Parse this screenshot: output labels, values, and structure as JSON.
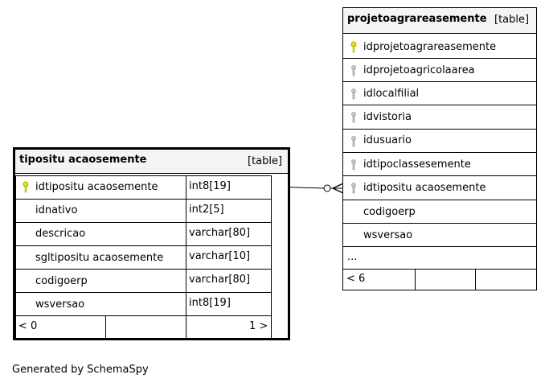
{
  "tables": {
    "tiposituacao": {
      "name": "tipositu acaosemente",
      "type_label": "[table]",
      "columns": [
        {
          "name": "idtipositu acaosemente",
          "type": "int8[19]",
          "key": "primary"
        },
        {
          "name": "idnativo",
          "type": "int2[5]",
          "key": ""
        },
        {
          "name": "descricao",
          "type": "varchar[80]",
          "key": ""
        },
        {
          "name": "sgltipositu acaosemente",
          "type": "varchar[10]",
          "key": ""
        },
        {
          "name": "codigoerp",
          "type": "varchar[80]",
          "key": ""
        },
        {
          "name": "wsversao",
          "type": "int8[19]",
          "key": ""
        }
      ],
      "footer_left": "< 0",
      "footer_right": "1 >"
    },
    "projeto": {
      "name": "projetoagrareasemente",
      "type_label": "[table]",
      "columns": [
        {
          "name": "idprojetoagrareasemente",
          "key": "primary"
        },
        {
          "name": "idprojetoagricolaarea",
          "key": "foreign"
        },
        {
          "name": "idlocalfilial",
          "key": "foreign"
        },
        {
          "name": "idvistoria",
          "key": "foreign"
        },
        {
          "name": "idusuario",
          "key": "foreign"
        },
        {
          "name": "idtipoclassesemente",
          "key": "foreign"
        },
        {
          "name": "idtipositu acaosemente",
          "key": "foreign"
        },
        {
          "name": "codigoerp",
          "key": ""
        },
        {
          "name": "wsversao",
          "key": ""
        }
      ],
      "ellipsis": "...",
      "footer_left": "< 6"
    }
  },
  "footer_text": "Generated by SchemaSpy",
  "colors": {
    "border": "#000000",
    "header_bg": "#f4f4f4",
    "primary_key": "#e6e600",
    "foreign_key": "#b0b0b0"
  }
}
